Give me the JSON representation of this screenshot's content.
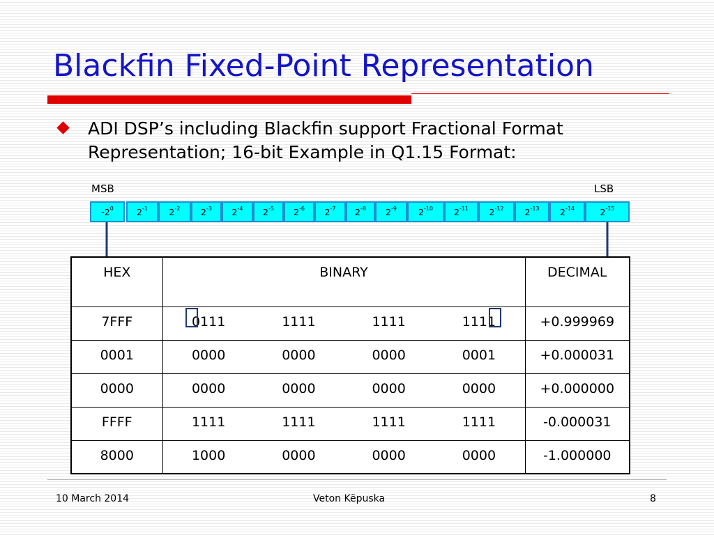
{
  "slide": {
    "title": "Blackfin Fixed-Point Representation",
    "bullet": "ADI DSP’s including Blackfin support Fractional Format Representation; 16-bit Example in Q1.15 Format:",
    "colors": {
      "title": "#1414c8",
      "accent": "#e10000",
      "bit_fill": "#00ffff",
      "bit_border": "#1f8fd0",
      "arrow": "#1f3a73"
    }
  },
  "bitfield": {
    "msb_label": "MSB",
    "lsb_label": "LSB",
    "bits": [
      {
        "base": "-2",
        "exp": "0"
      },
      {
        "base": "2",
        "exp": "-1"
      },
      {
        "base": "2",
        "exp": "-2"
      },
      {
        "base": "2",
        "exp": "-3"
      },
      {
        "base": "2",
        "exp": "-4"
      },
      {
        "base": "2",
        "exp": "-5"
      },
      {
        "base": "2",
        "exp": "-6"
      },
      {
        "base": "2",
        "exp": "-7"
      },
      {
        "base": "2",
        "exp": "-8"
      },
      {
        "base": "2",
        "exp": "-9"
      },
      {
        "base": "2",
        "exp": "-10"
      },
      {
        "base": "2",
        "exp": "-11"
      },
      {
        "base": "2",
        "exp": "-12"
      },
      {
        "base": "2",
        "exp": "-13"
      },
      {
        "base": "2",
        "exp": "-14"
      },
      {
        "base": "2",
        "exp": "-15"
      }
    ]
  },
  "table": {
    "headers": {
      "hex": "HEX",
      "binary": "BINARY",
      "decimal": "DECIMAL"
    },
    "rows": [
      {
        "hex": "7FFF",
        "bin": [
          "0111",
          "1111",
          "1111",
          "1111"
        ],
        "dec": "+0.999969"
      },
      {
        "hex": "0001",
        "bin": [
          "0000",
          "0000",
          "0000",
          "0001"
        ],
        "dec": "+0.000031"
      },
      {
        "hex": "0000",
        "bin": [
          "0000",
          "0000",
          "0000",
          "0000"
        ],
        "dec": "+0.000000"
      },
      {
        "hex": "FFFF",
        "bin": [
          "1111",
          "1111",
          "1111",
          "1111"
        ],
        "dec": "-0.000031"
      },
      {
        "hex": "8000",
        "bin": [
          "1000",
          "0000",
          "0000",
          "0000"
        ],
        "dec": "-1.000000"
      }
    ]
  },
  "footer": {
    "date": "10 March 2014",
    "author": "Veton Këpuska",
    "page": "8"
  }
}
